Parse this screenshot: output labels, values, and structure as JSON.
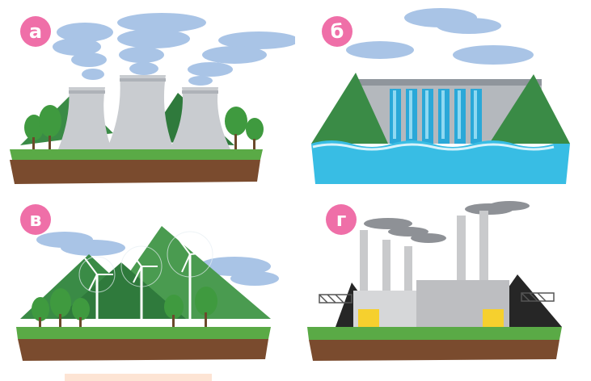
{
  "panels": [
    {
      "id": "a",
      "label": "а",
      "icon": "nuclear-power-plant-icon"
    },
    {
      "id": "b",
      "label": "б",
      "icon": "hydro-power-plant-icon"
    },
    {
      "id": "v",
      "label": "в",
      "icon": "wind-farm-icon"
    },
    {
      "id": "g",
      "label": "г",
      "icon": "coal-thermal-power-plant-icon"
    }
  ],
  "colors": {
    "badge": "#ef6fa8",
    "cloud": "#a9c4e6",
    "grass": "#5aaa46",
    "soil": "#7a4b2e",
    "hill": "#3a8b46",
    "water": "#38bde4",
    "cooling_tower": "#c9ccd0",
    "factory": "#c9cacc",
    "coal": "#262626",
    "door": "#f6d02e"
  }
}
